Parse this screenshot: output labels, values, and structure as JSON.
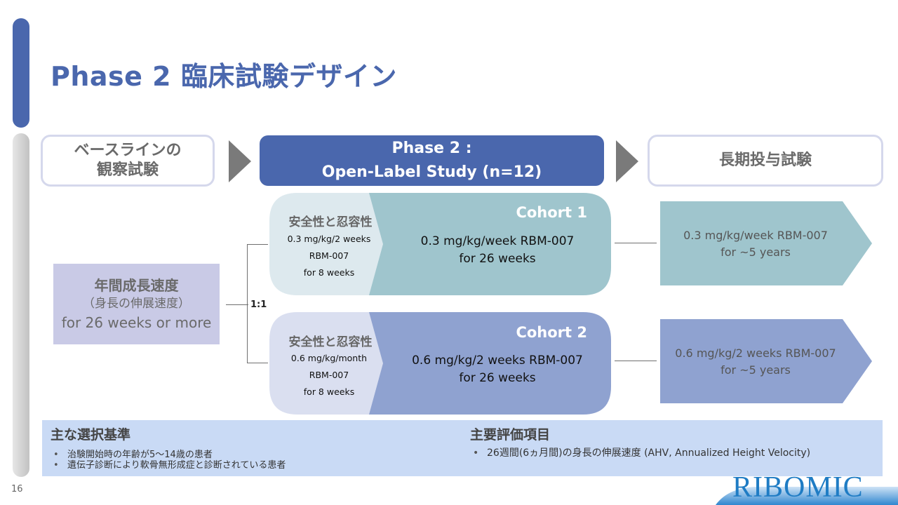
{
  "page": {
    "title": "Phase 2 臨床試験デザイン",
    "page_number": "16"
  },
  "stages": {
    "baseline": {
      "line1": "ベースラインの",
      "line2": "観察試験"
    },
    "phase2": {
      "line1": "Phase 2 :",
      "line2": "Open-Label Study (n=12)"
    },
    "longterm": {
      "label": "長期投与試験"
    }
  },
  "growth_box": {
    "title": "年間成長速度",
    "subtitle": "（身長の伸展速度）",
    "duration": "for 26 weeks or more"
  },
  "randomization": {
    "ratio": "1:1"
  },
  "cohorts": [
    {
      "label": "Cohort 1",
      "safety_title": "安全性と忍容性",
      "safety_dose": "0.3 mg/kg/2 weeks",
      "safety_drug": "RBM-007",
      "safety_duration": "for 8 weeks",
      "dose": "0.3 mg/kg/week RBM-007",
      "duration": "for 26 weeks",
      "long_term_dose": "0.3 mg/kg/week RBM-007",
      "long_term_duration": "for ~5 years",
      "color": "#9fc5cd",
      "safety_color": "#dde9ee"
    },
    {
      "label": "Cohort 2",
      "safety_title": "安全性と忍容性",
      "safety_dose": "0.6 mg/kg/month",
      "safety_drug": "RBM-007",
      "safety_duration": "for 8 weeks",
      "dose": "0.6 mg/kg/2 weeks RBM-007",
      "duration": "for 26 weeks",
      "long_term_dose": "0.6 mg/kg/2 weeks RBM-007",
      "long_term_duration": "for ~5 years",
      "color": "#8fa2d0",
      "safety_color": "#dadff0"
    }
  ],
  "criteria": {
    "inclusion_title": "主な選択基準",
    "inclusion_items": [
      "治験開始時の年齢が5～14歳の患者",
      "遺伝子診断により軟骨無形成症と診断されている患者"
    ],
    "endpoint_title": "主要評価項目",
    "endpoint_items": [
      "26週間(6ヵ月間)の身長の伸展速度 (AHV, Annualized Height Velocity)"
    ]
  },
  "logo": {
    "text": "RIBOMIC"
  },
  "colors": {
    "brand_blue": "#4a67ad",
    "panel_blue": "#c9daf5",
    "growth_box": "#c9cae6"
  }
}
